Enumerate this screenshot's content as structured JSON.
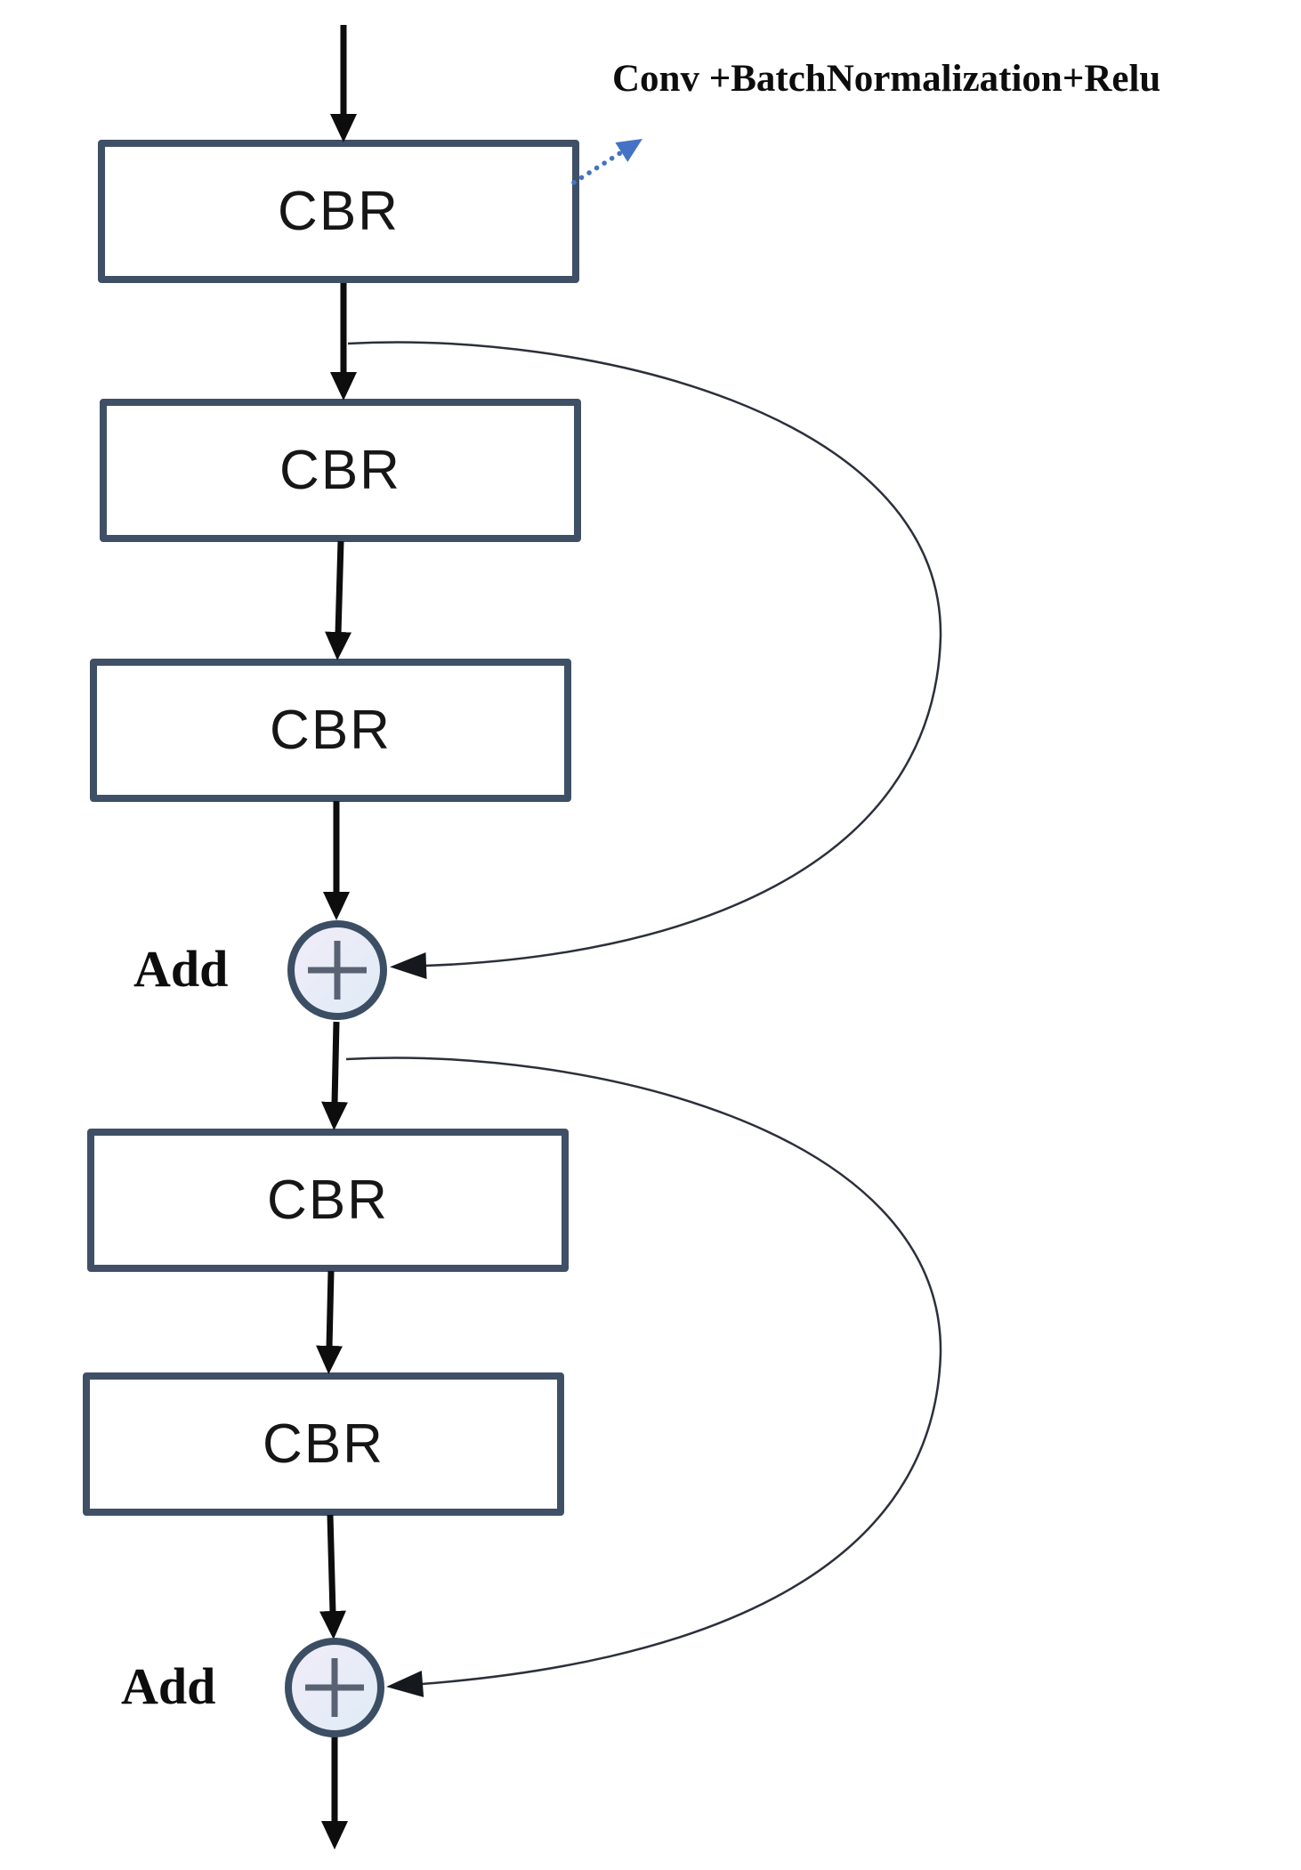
{
  "legend": {
    "label": "Conv +BatchNormalization+Relu",
    "arrow_icon": "dotted-arrow-up-right",
    "arrow_color": "#4472C4"
  },
  "blocks": [
    {
      "label": "CBR"
    },
    {
      "label": "CBR"
    },
    {
      "label": "CBR"
    },
    {
      "label": "CBR"
    },
    {
      "label": "CBR"
    }
  ],
  "add_nodes": [
    {
      "label": "Add",
      "symbol": "+"
    },
    {
      "label": "Add",
      "symbol": "+"
    }
  ],
  "connections": {
    "flow_arrow_count": 8,
    "skip_connections": [
      {
        "from": "after-block-1",
        "to": "add-node-1"
      },
      {
        "from": "after-add-node-1",
        "to": "add-node-2"
      }
    ]
  },
  "colors": {
    "box_border": "#3F5066",
    "box_fill": "#FFFFFF",
    "flow_arrow": "#0D0D0D",
    "skip_curve": "#2B303B",
    "add_border": "#3C4E63",
    "add_fill_top_left": "#F2EBF8",
    "add_fill_bottom_right": "#DEEDF6",
    "plus_sign": "#596273",
    "legend_arrow": "#4472C4",
    "text": "#0D0D0D"
  }
}
